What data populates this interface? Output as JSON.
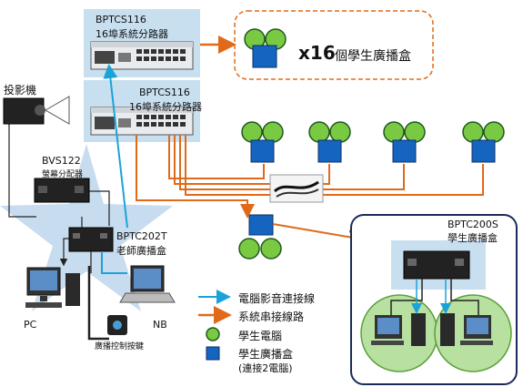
{
  "top_switch": {
    "model": "BPTCS116",
    "desc": "16埠系統分路器"
  },
  "main_switch": {
    "model": "BPTCS116",
    "desc": "16埠系統分路器"
  },
  "student_box_group": {
    "count": "x16",
    "label": "個學生廣播盒"
  },
  "projector": {
    "label": "投影機"
  },
  "bvs122": {
    "model": "BVS122",
    "desc": "螢幕分配器"
  },
  "bptc202t": {
    "model": "BPTC202T",
    "desc": "老師廣播盒"
  },
  "pc": {
    "label": "PC"
  },
  "nb": {
    "label": "NB"
  },
  "remote": {
    "label": "廣播控制按鍵"
  },
  "bptc200s": {
    "model": "BPTC200S",
    "desc": "學生廣播盒"
  },
  "legend": {
    "av_line": "電腦影音連接線",
    "serial_line": "系統串接線路",
    "student_pc": "學生電腦",
    "student_box": "學生廣播盒",
    "student_box_note": "(連接2電腦)"
  },
  "colors": {
    "av_line": "#1aa3d9",
    "serial_line": "#e06a1a",
    "student_pc_circle": "#7ac943",
    "student_box_square": "#1565c0",
    "panel_bg": "#c8dff0",
    "star": "#c5dcf0"
  }
}
